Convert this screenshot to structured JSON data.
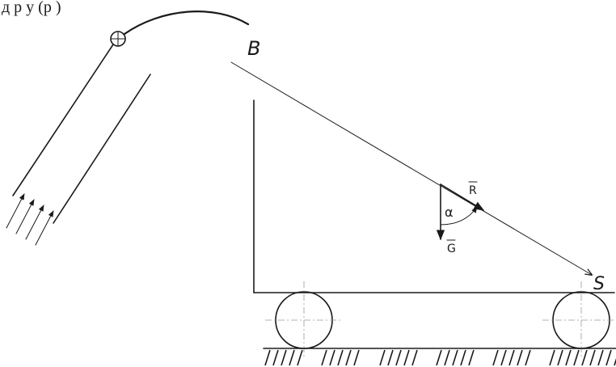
{
  "caption": "д        р            у (р    )",
  "labels": {
    "point_b": "B",
    "point_s": "S",
    "vector_r": "R",
    "vector_g": "G",
    "angle_alpha": "α"
  },
  "colors": {
    "ink": "#1a1a1a",
    "centerline": "#9a9a9a",
    "background": "#ffffff"
  }
}
